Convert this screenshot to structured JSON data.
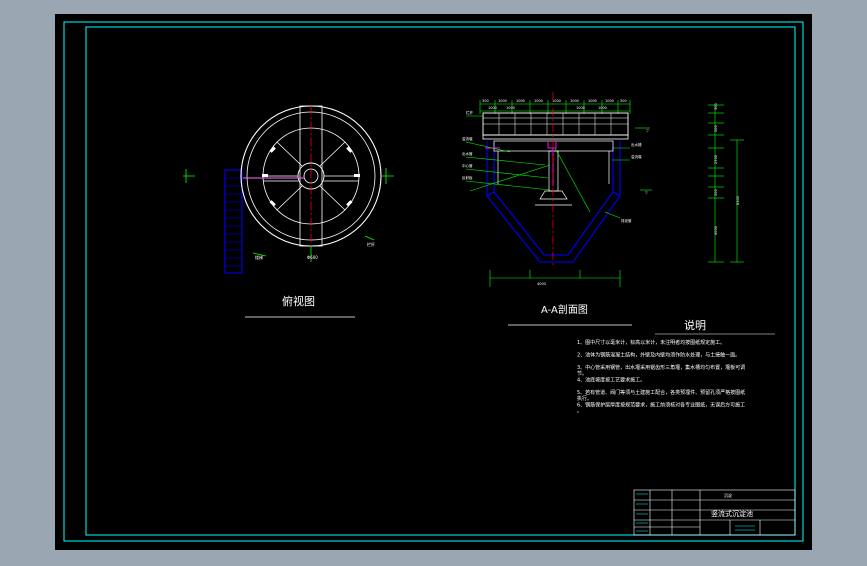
{
  "drawing": {
    "plan_view_title": "俯视图",
    "section_view_title": "A-A剖面图",
    "notes_title": "说明",
    "notes": [
      "1、图中尺寸以毫米计，标高以米计，未注明者均按图纸规定施工。",
      "2、池体为钢筋混凝土结构，外壁及内壁均须作防水处理，与土接触一面。",
      "3、中心管采用钢管，出水堰采用锯齿形三角堰，集水槽均匀布置，堰板可调节。",
      "4、池底坡度按工艺要求施工。",
      "5、若有管道、阀门等须与土建施工配合，各类预埋件、预留孔须严格按图纸执行。",
      "6、钢筋保护层厚度按规范要求，施工前须核对各专业图纸，无误后方可施工。"
    ],
    "title_block": {
      "project": "沉淀",
      "drawing_name": "竖流式沉淀池"
    }
  },
  "colors": {
    "background": "#000000",
    "outer_page": "#9aa6b2",
    "frame": "#00ffff",
    "lines": "#ffffff",
    "dimension": "#00ff00",
    "structure": "#0000ff",
    "pipe": "#ff00ff",
    "centerline": "#ff0000"
  },
  "icons": [
    "plan-view-drawing",
    "section-view-drawing",
    "title-block"
  ]
}
